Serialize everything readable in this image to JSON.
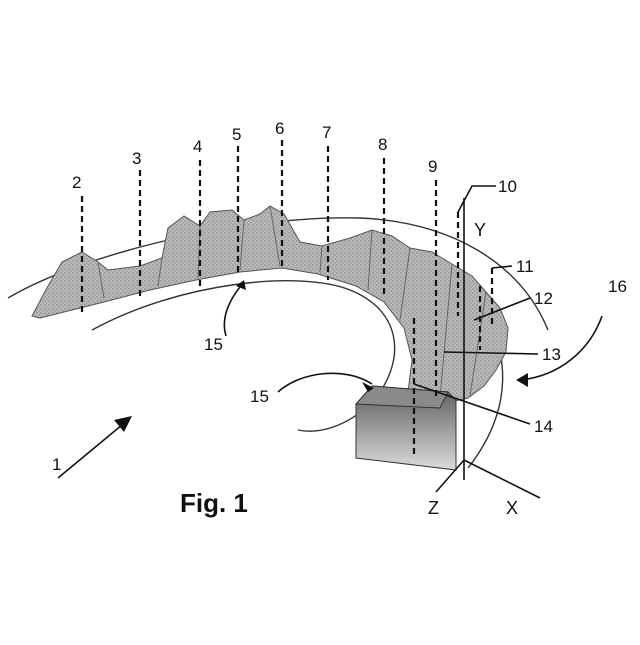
{
  "figure": {
    "title": "Fig. 1",
    "labels": {
      "n1": "1",
      "n2": "2",
      "n3": "3",
      "n4": "4",
      "n5": "5",
      "n6": "6",
      "n7": "7",
      "n8": "8",
      "n9": "9",
      "n10": "10",
      "n11": "11",
      "n12": "12",
      "n13": "13",
      "n14": "14",
      "n15a": "15",
      "n15b": "15",
      "n16": "16"
    },
    "axes": {
      "x": "X",
      "y": "Y",
      "z": "Z"
    }
  }
}
